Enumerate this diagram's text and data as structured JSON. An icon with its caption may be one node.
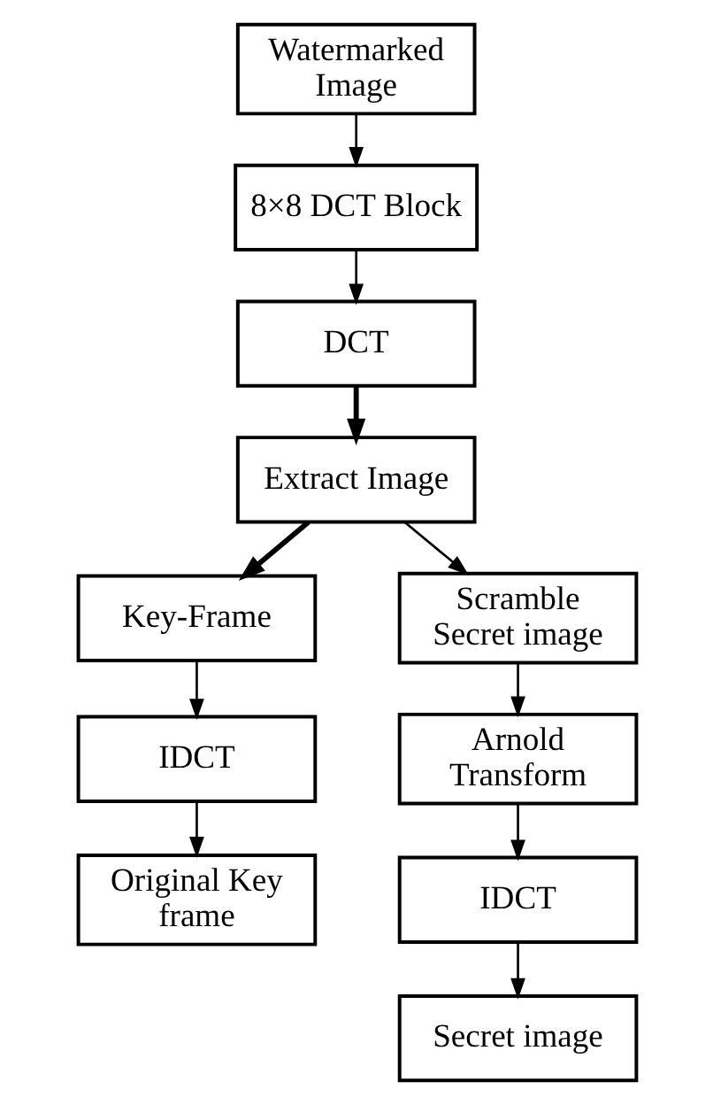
{
  "diagram": {
    "nodes": [
      {
        "text": [
          "Watermarked Image"
        ]
      },
      {
        "text": [
          "8×8 DCT Block"
        ]
      },
      {
        "text": [
          "DCT"
        ]
      },
      {
        "text": [
          "Extract Image"
        ]
      },
      {
        "text": [
          "Key-Frame"
        ]
      },
      {
        "text": [
          "IDCT"
        ]
      },
      {
        "text": [
          "Original Key frame"
        ]
      },
      {
        "text": [
          "Scramble Secret image"
        ]
      },
      {
        "text": [
          "Arnold Transform"
        ]
      },
      {
        "text": [
          "IDCT"
        ]
      },
      {
        "text": [
          "Secret image"
        ]
      }
    ],
    "edges": [
      {
        "from": 0,
        "to": 1,
        "arrow": "to"
      },
      {
        "from": 1,
        "to": 2,
        "arrow": "to"
      },
      {
        "from": 2,
        "to": 3,
        "arrow": "to",
        "style": "thick"
      },
      {
        "from": 3,
        "to": 4,
        "arrow": "to",
        "style": "thick"
      },
      {
        "from": 3,
        "to": 7,
        "arrow": "to"
      },
      {
        "from": 4,
        "to": 5,
        "arrow": "to"
      },
      {
        "from": 5,
        "to": 6,
        "arrow": "to"
      },
      {
        "from": 7,
        "to": 8,
        "arrow": "to"
      },
      {
        "from": 8,
        "to": 9,
        "arrow": "to"
      },
      {
        "from": 9,
        "to": 10,
        "arrow": "to"
      }
    ]
  }
}
